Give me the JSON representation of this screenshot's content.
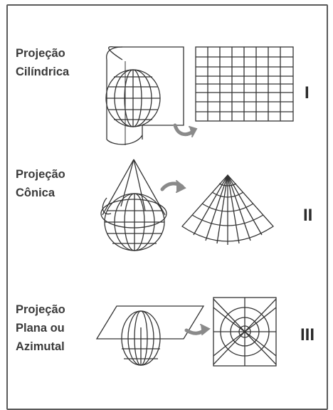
{
  "sections": [
    {
      "label": "Projeção\nCilíndrica",
      "numeral": "I"
    },
    {
      "label": "Projeção\nCônica",
      "numeral": "II"
    },
    {
      "label": "Projeção\nPlana ou\nAzimutal",
      "numeral": "III"
    }
  ],
  "colors": {
    "line": "#333333",
    "arrow": "#8a8a8a",
    "frame": "#5a5a5a"
  },
  "icons": [
    "curved-arrow-icon"
  ]
}
